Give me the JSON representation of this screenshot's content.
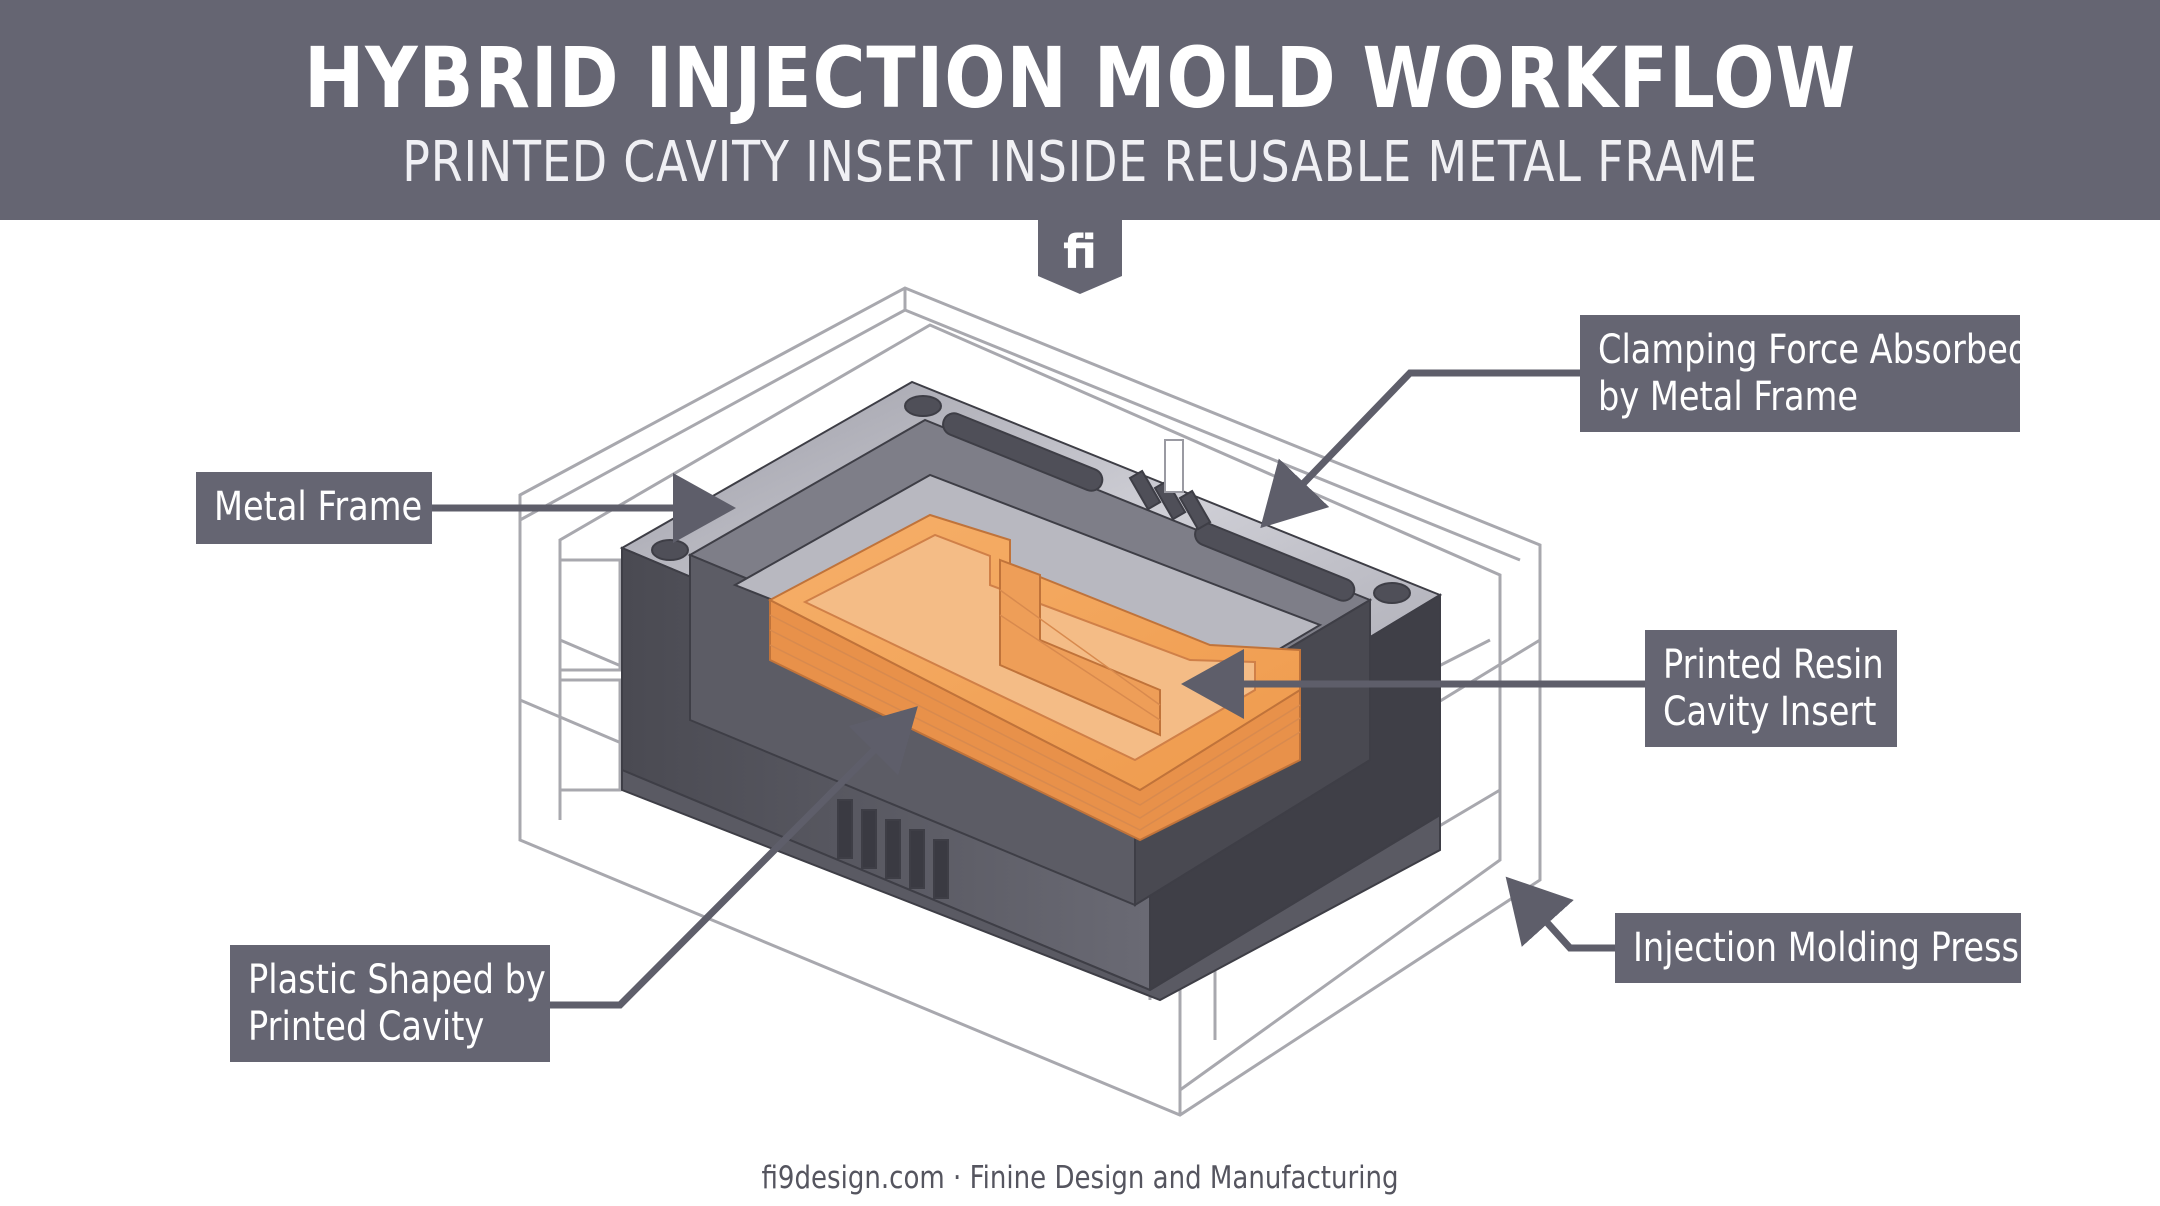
{
  "header": {
    "title": "HYBRID INJECTION MOLD WORKFLOW",
    "subtitle": "PRINTED CAVITY INSERT INSIDE REUSABLE METAL FRAME"
  },
  "logo": {
    "text": "fi"
  },
  "callouts": {
    "metal_frame": "Metal Frame",
    "clamping_line1": "Clamping Force Absorbed",
    "clamping_line2": "by Metal Frame",
    "insert_line1": "Printed Resin",
    "insert_line2": "Cavity Insert",
    "plastic_line1": "Plastic Shaped by",
    "plastic_line2": "Printed Cavity",
    "press": "Injection Molding Press"
  },
  "footer": {
    "text": "fi9design.com · Finine Design and Manufacturing"
  },
  "colors": {
    "header_bg": "#656572",
    "callout_bg": "#656572",
    "arrow": "#5e5e6a",
    "metal_dark": "#55555e",
    "metal_light": "#b4b4bc",
    "resin": "#f0a35e",
    "press_outline": "#a8a8ae"
  }
}
